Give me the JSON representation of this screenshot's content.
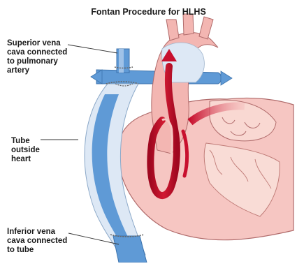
{
  "title": "Fontan Procedure for HLHS",
  "labels": {
    "superior_vena_cava": "Superior vena\ncava connected\nto pulmonary\nartery",
    "tube": "Tube\noutside\nheart",
    "inferior_vena_cava": "Inferior vena\ncava connected\nto tube"
  },
  "colors": {
    "heart_fill": "#f6c6c2",
    "heart_outline": "#b06b6b",
    "vessel_blue": "#5f9ad6",
    "vessel_pale": "#dde8f5",
    "oxygenated_red": "#c8102e",
    "aorta_pink": "#f3b6b2"
  }
}
